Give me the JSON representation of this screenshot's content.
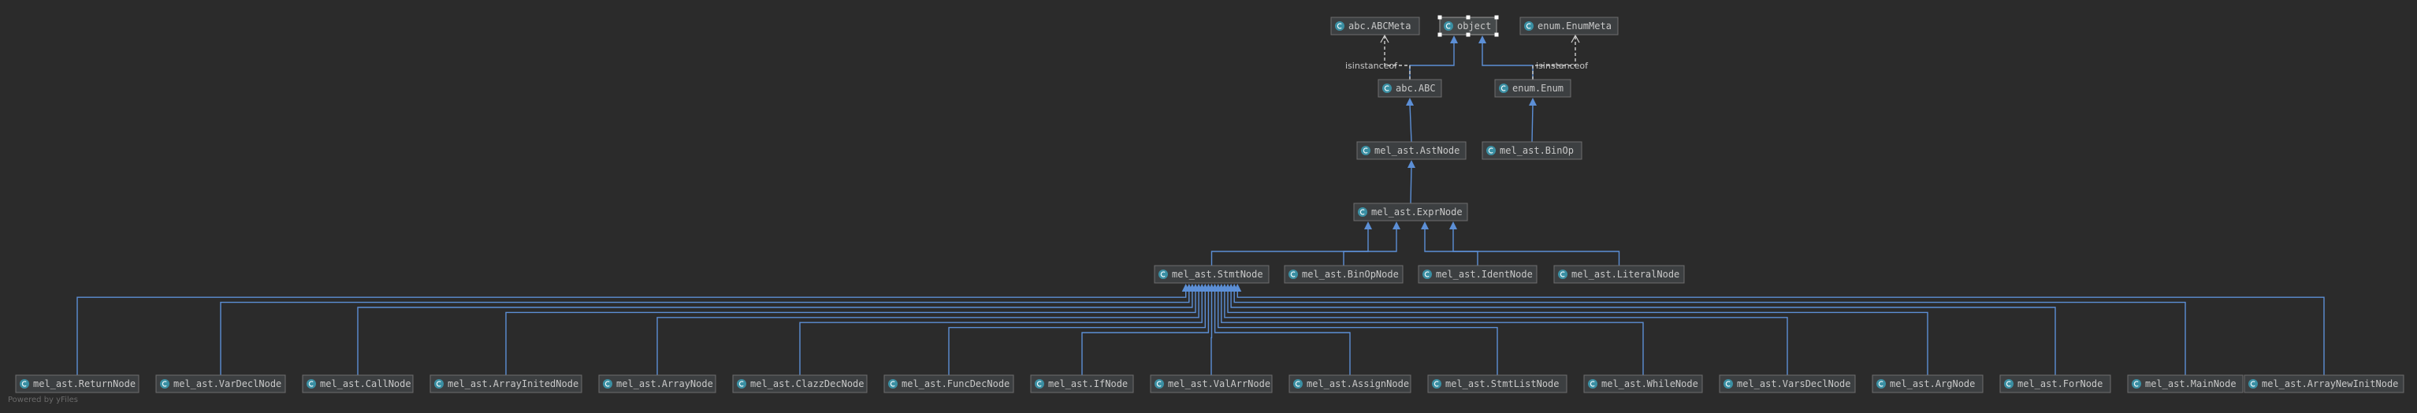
{
  "diagram": {
    "footer": "Powered by yFiles",
    "edge_label_isinstanceof": "isinstanceof",
    "class_icon": "class-c-icon",
    "colors": {
      "background": "#2b2b2b",
      "node_fill": "#3c3f41",
      "node_border": "#6e6e6e",
      "edge": "#5c8fd6",
      "icon": "#3a8fa3",
      "text": "#c8c8c8"
    },
    "nodes": [
      {
        "id": "abcmeta",
        "label": "abc.ABCMeta"
      },
      {
        "id": "object",
        "label": "object",
        "selected": true
      },
      {
        "id": "enummeta",
        "label": "enum.EnumMeta"
      },
      {
        "id": "abc",
        "label": "abc.ABC"
      },
      {
        "id": "enum",
        "label": "enum.Enum"
      },
      {
        "id": "astnode",
        "label": "mel_ast.AstNode"
      },
      {
        "id": "binop",
        "label": "mel_ast.BinOp"
      },
      {
        "id": "exprnode",
        "label": "mel_ast.ExprNode"
      },
      {
        "id": "stmtnode",
        "label": "mel_ast.StmtNode"
      },
      {
        "id": "binopnode",
        "label": "mel_ast.BinOpNode"
      },
      {
        "id": "identnode",
        "label": "mel_ast.IdentNode"
      },
      {
        "id": "literalnode",
        "label": "mel_ast.LiteralNode"
      },
      {
        "id": "returnnode",
        "label": "mel_ast.ReturnNode"
      },
      {
        "id": "vardeclnode",
        "label": "mel_ast.VarDeclNode"
      },
      {
        "id": "callnode",
        "label": "mel_ast.CallNode"
      },
      {
        "id": "arrayinitednode",
        "label": "mel_ast.ArrayInitedNode"
      },
      {
        "id": "arraynode",
        "label": "mel_ast.ArrayNode"
      },
      {
        "id": "clazzdecnode",
        "label": "mel_ast.ClazzDecNode"
      },
      {
        "id": "funcdecnode",
        "label": "mel_ast.FuncDecNode"
      },
      {
        "id": "ifnode",
        "label": "mel_ast.IfNode"
      },
      {
        "id": "valarrnode",
        "label": "mel_ast.ValArrNode"
      },
      {
        "id": "assignnode",
        "label": "mel_ast.AssignNode"
      },
      {
        "id": "stmtlistnode",
        "label": "mel_ast.StmtListNode"
      },
      {
        "id": "whilenode",
        "label": "mel_ast.WhileNode"
      },
      {
        "id": "varsdeclnode",
        "label": "mel_ast.VarsDeclNode"
      },
      {
        "id": "argnode",
        "label": "mel_ast.ArgNode"
      },
      {
        "id": "fornode",
        "label": "mel_ast.ForNode"
      },
      {
        "id": "mainnode",
        "label": "mel_ast.MainNode"
      },
      {
        "id": "arraynewinitnode",
        "label": "mel_ast.ArrayNewInitNode"
      }
    ],
    "edges": [
      {
        "from": "abc",
        "to": "object",
        "kind": "inherits"
      },
      {
        "from": "enum",
        "to": "object",
        "kind": "inherits"
      },
      {
        "from": "abc",
        "to": "abcmeta",
        "kind": "isinstanceof"
      },
      {
        "from": "enum",
        "to": "enummeta",
        "kind": "isinstanceof"
      },
      {
        "from": "astnode",
        "to": "abc",
        "kind": "inherits"
      },
      {
        "from": "binop",
        "to": "enum",
        "kind": "inherits"
      },
      {
        "from": "exprnode",
        "to": "astnode",
        "kind": "inherits"
      },
      {
        "from": "stmtnode",
        "to": "exprnode",
        "kind": "inherits"
      },
      {
        "from": "binopnode",
        "to": "exprnode",
        "kind": "inherits"
      },
      {
        "from": "identnode",
        "to": "exprnode",
        "kind": "inherits"
      },
      {
        "from": "literalnode",
        "to": "exprnode",
        "kind": "inherits"
      },
      {
        "from": "returnnode",
        "to": "stmtnode",
        "kind": "inherits"
      },
      {
        "from": "vardeclnode",
        "to": "stmtnode",
        "kind": "inherits"
      },
      {
        "from": "callnode",
        "to": "stmtnode",
        "kind": "inherits"
      },
      {
        "from": "arrayinitednode",
        "to": "stmtnode",
        "kind": "inherits"
      },
      {
        "from": "arraynode",
        "to": "stmtnode",
        "kind": "inherits"
      },
      {
        "from": "clazzdecnode",
        "to": "stmtnode",
        "kind": "inherits"
      },
      {
        "from": "funcdecnode",
        "to": "stmtnode",
        "kind": "inherits"
      },
      {
        "from": "ifnode",
        "to": "stmtnode",
        "kind": "inherits"
      },
      {
        "from": "valarrnode",
        "to": "stmtnode",
        "kind": "inherits"
      },
      {
        "from": "assignnode",
        "to": "stmtnode",
        "kind": "inherits"
      },
      {
        "from": "stmtlistnode",
        "to": "stmtnode",
        "kind": "inherits"
      },
      {
        "from": "whilenode",
        "to": "stmtnode",
        "kind": "inherits"
      },
      {
        "from": "varsdeclnode",
        "to": "stmtnode",
        "kind": "inherits"
      },
      {
        "from": "argnode",
        "to": "stmtnode",
        "kind": "inherits"
      },
      {
        "from": "fornode",
        "to": "stmtnode",
        "kind": "inherits"
      },
      {
        "from": "mainnode",
        "to": "stmtnode",
        "kind": "inherits"
      },
      {
        "from": "arraynewinitnode",
        "to": "stmtnode",
        "kind": "inherits"
      }
    ]
  }
}
